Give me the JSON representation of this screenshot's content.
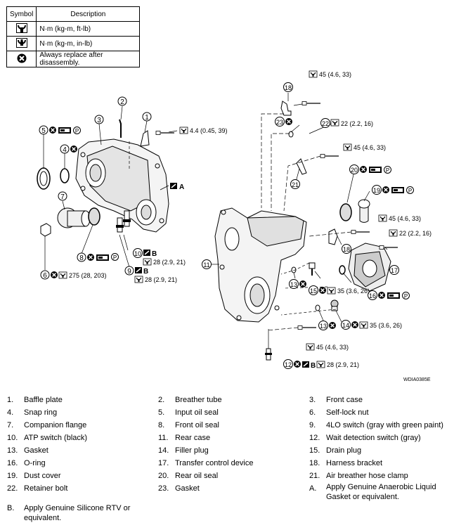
{
  "legend": {
    "header_symbol": "Symbol",
    "header_description": "Description",
    "rows": [
      {
        "icon": "torque-ft-lb-icon",
        "text": "N·m (kg-m, ft-lb)"
      },
      {
        "icon": "torque-in-lb-icon",
        "text": "N·m (kg-m, in-lb)"
      },
      {
        "icon": "replace-icon",
        "text": "Always replace after disassembly."
      }
    ]
  },
  "callouts": {
    "c1": "1",
    "c2": "2",
    "c3": "3",
    "c4": "4",
    "c5": "5",
    "c6": "6",
    "c7": "7",
    "c8": "8",
    "c9": "9",
    "c10": "10",
    "c11": "11",
    "c12": "12",
    "c13a": "13",
    "c13b": "13",
    "c14": "14",
    "c15": "15",
    "c16": "16",
    "c17": "17",
    "c18a": "18",
    "c18b": "18",
    "c19": "19",
    "c20": "20",
    "c21": "21",
    "c22": "22",
    "c23": "23",
    "letter_a": "A",
    "letter_b": "B",
    "p": "P"
  },
  "torques": {
    "t1": "4.4 (0.45, 39)",
    "t6": "275 (28, 203)",
    "t10": "28 (2.9, 21)",
    "t9": "28 (2.9, 21)",
    "t_top": "45 (4.6, 33)",
    "t22a": "22 (2.2, 16)",
    "t_mid": "45 (4.6, 33)",
    "t_right": "45 (4.6, 33)",
    "t22b": "22 (2.2, 16)",
    "t15": "35 (3.6, 26)",
    "t14": "35 (3.6, 26)",
    "t_bottom": "45 (4.6, 33)",
    "t12": "28 (2.9, 21)"
  },
  "figure_id": "WDIA0385E",
  "parts": [
    {
      "n": "1.",
      "t": "Baffle plate"
    },
    {
      "n": "2.",
      "t": "Breather tube"
    },
    {
      "n": "3.",
      "t": "Front case"
    },
    {
      "n": "4.",
      "t": "Snap ring"
    },
    {
      "n": "5.",
      "t": "Input oil seal"
    },
    {
      "n": "6.",
      "t": "Self-lock nut"
    },
    {
      "n": "7.",
      "t": "Companion flange"
    },
    {
      "n": "8.",
      "t": "Front oil seal"
    },
    {
      "n": "9.",
      "t": "4LO switch (gray with green paint)"
    },
    {
      "n": "10.",
      "t": "ATP switch (black)"
    },
    {
      "n": "11.",
      "t": "Rear case"
    },
    {
      "n": "12.",
      "t": "Wait detection switch (gray)"
    },
    {
      "n": "13.",
      "t": "Gasket"
    },
    {
      "n": "14.",
      "t": "Filler plug"
    },
    {
      "n": "15.",
      "t": "Drain plug"
    },
    {
      "n": "16.",
      "t": "O-ring"
    },
    {
      "n": "17.",
      "t": "Transfer control device"
    },
    {
      "n": "18.",
      "t": "Harness bracket"
    },
    {
      "n": "19.",
      "t": "Dust cover"
    },
    {
      "n": "20.",
      "t": "Rear oil seal"
    },
    {
      "n": "21.",
      "t": "Air breather hose clamp"
    },
    {
      "n": "22.",
      "t": "Retainer bolt"
    },
    {
      "n": "23.",
      "t": "Gasket"
    },
    {
      "n": "A.",
      "t": "Apply Genuine Anaerobic Liquid Gasket or equivalent."
    }
  ],
  "note_b": {
    "n": "B.",
    "t": "Apply Genuine Silicone RTV or equivalent."
  }
}
